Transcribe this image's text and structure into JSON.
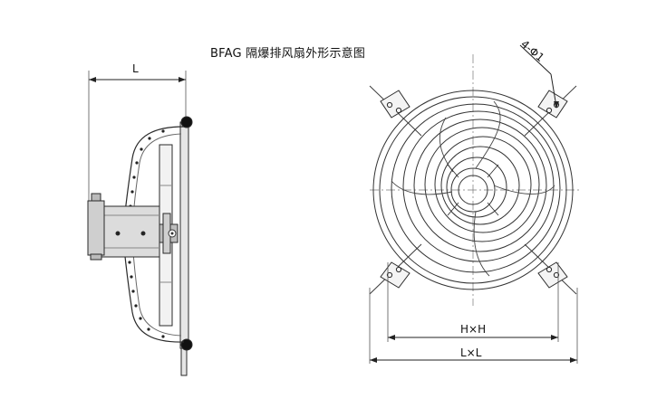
{
  "title": "BFAG 隔爆排风扇外形示意图",
  "labels": {
    "side_length": "L",
    "hole_spec": "4-Φ1",
    "inner_size": "H×H",
    "outer_size": "L×L"
  },
  "colors": {
    "line": "#2a2a2a",
    "light_line": "#7a7a7a",
    "fill_grey": "#d9d9d9",
    "dark": "#111111"
  }
}
